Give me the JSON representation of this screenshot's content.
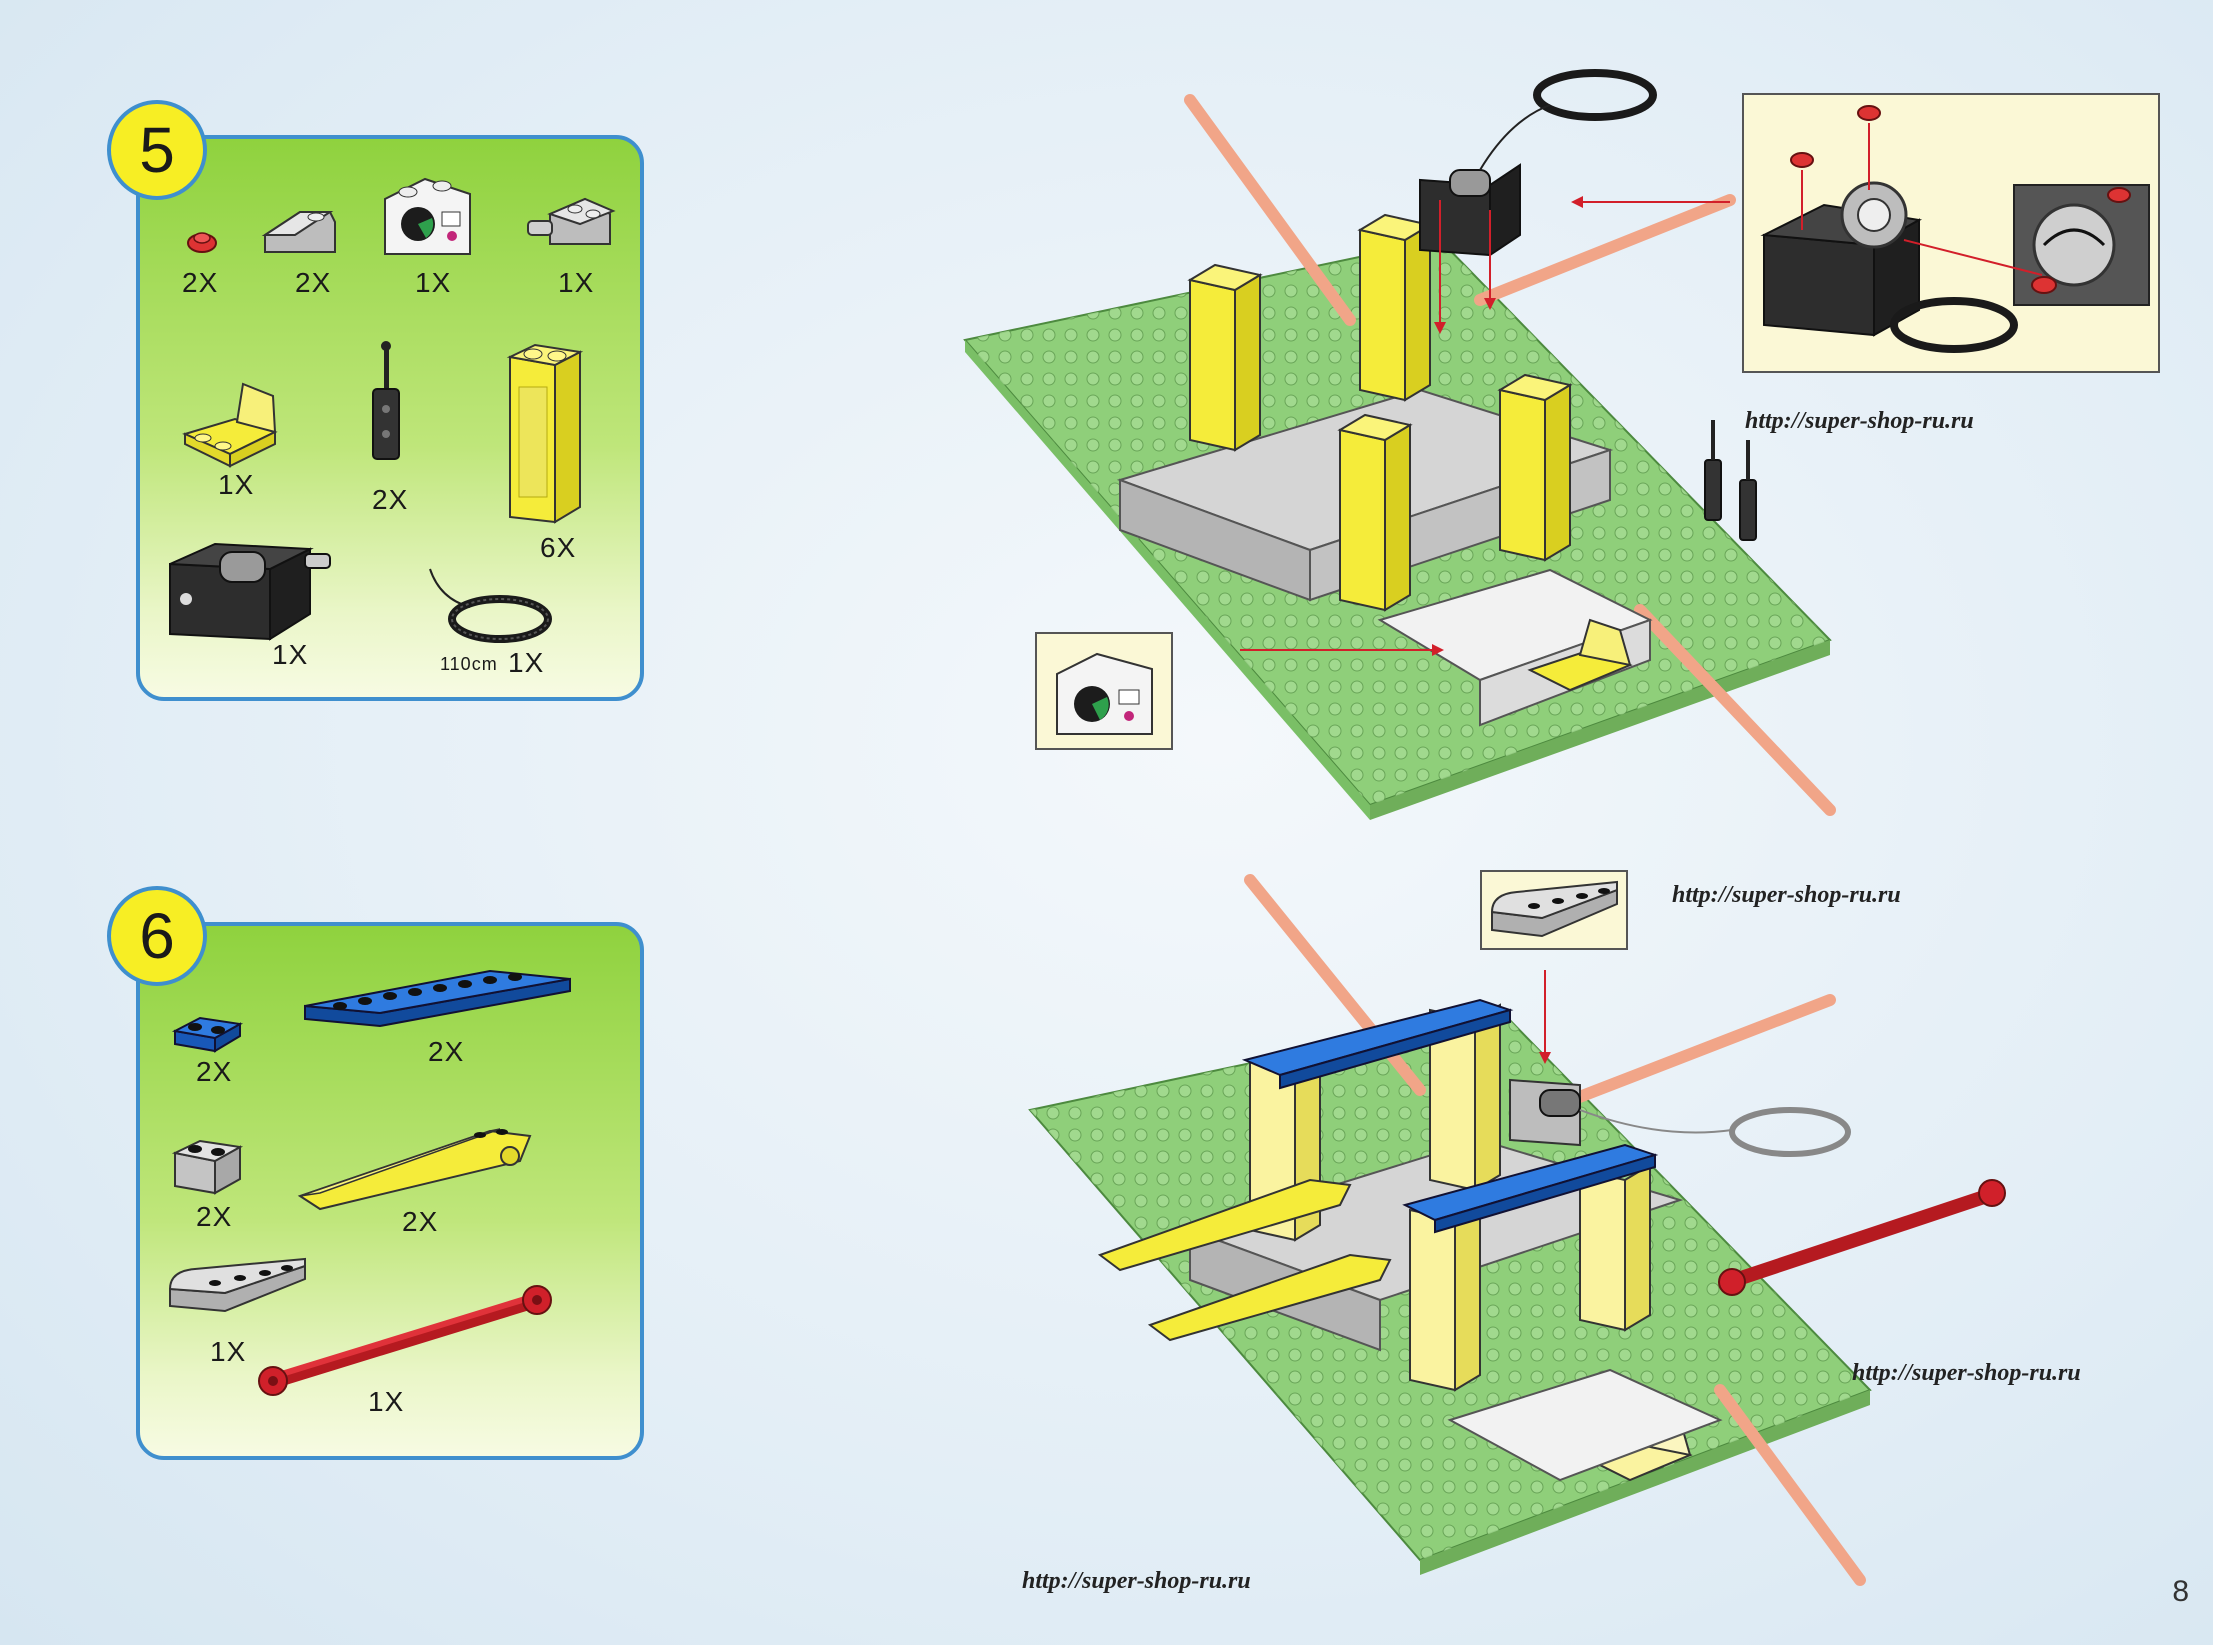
{
  "steps": [
    {
      "number": "5",
      "parts": [
        {
          "icon": "red-round-plate-icon",
          "qty": "2X"
        },
        {
          "icon": "grey-slope-brick-icon",
          "qty": "2X"
        },
        {
          "icon": "radar-console-slope-icon",
          "qty": "1X"
        },
        {
          "icon": "grey-axle-brick-icon",
          "qty": "1X"
        },
        {
          "icon": "yellow-seat-icon",
          "qty": "1X"
        },
        {
          "icon": "black-antenna-icon",
          "qty": "2X"
        },
        {
          "icon": "yellow-tall-brick-icon",
          "qty": "6X"
        },
        {
          "icon": "black-winch-icon",
          "qty": "1X"
        },
        {
          "icon": "rubber-band-icon",
          "qty": "1X",
          "length": "110cm"
        }
      ]
    },
    {
      "number": "6",
      "parts": [
        {
          "icon": "blue-plate-1x2-icon",
          "qty": "2X"
        },
        {
          "icon": "blue-plate-1x8-icon",
          "qty": "2X"
        },
        {
          "icon": "grey-brick-1x2-icon",
          "qty": "2X"
        },
        {
          "icon": "yellow-wing-arm-icon",
          "qty": "2X"
        },
        {
          "icon": "grey-curved-plate-icon",
          "qty": "1X"
        },
        {
          "icon": "red-rod-icon",
          "qty": "1X"
        }
      ]
    }
  ],
  "watermarks": [
    "http://super-shop-ru.ru",
    "http://super-shop-ru.ru",
    "http://super-shop-ru.ru",
    "http://super-shop-ru.ru"
  ],
  "page_number": "8",
  "colors": {
    "panel_border": "#3f8fce",
    "badge_fill": "#f7ee24",
    "baseplate": "#8fcf7a",
    "lego_yellow": "#f5ec3a",
    "lego_blue": "#1f6fd1",
    "lego_red": "#d0202a",
    "lego_grey": "#c4c4c4",
    "tan_rod": "#f1a588"
  }
}
